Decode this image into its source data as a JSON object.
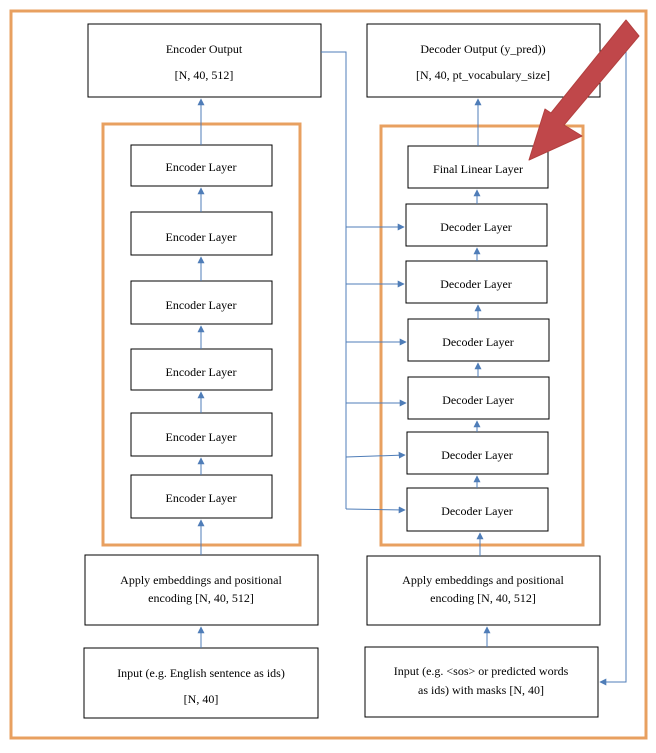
{
  "encoder": {
    "output": {
      "line1": "Encoder Output",
      "line2": "[N, 40, 512]"
    },
    "layers": [
      "Encoder Layer",
      "Encoder Layer",
      "Encoder Layer",
      "Encoder Layer",
      "Encoder Layer",
      "Encoder Layer"
    ],
    "embedding": {
      "line1": "Apply embeddings and positional",
      "line2": "encoding [N, 40, 512]"
    },
    "input": {
      "line1": "Input (e.g. English sentence as ids)",
      "line2": "[N, 40]"
    }
  },
  "decoder": {
    "output": {
      "line1": "Decoder Output (y_pred))",
      "line2": "[N, 40, pt_vocabulary_size]"
    },
    "final_layer": "Final Linear Layer",
    "layers": [
      "Decoder Layer",
      "Decoder Layer",
      "Decoder Layer",
      "Decoder Layer",
      "Decoder Layer",
      "Decoder Layer"
    ],
    "embedding": {
      "line1": "Apply embeddings and positional",
      "line2": "encoding [N, 40, 512]"
    },
    "input": {
      "line1": "Input (e.g. <sos> or predicted words",
      "line2": "as ids) with masks [N, 40]"
    }
  },
  "colors": {
    "frame": "#E8A060",
    "group": "#E8A060",
    "arrow": "#4F7DB8",
    "highlight_arrow": "#C0474A",
    "box_border": "#000000"
  }
}
